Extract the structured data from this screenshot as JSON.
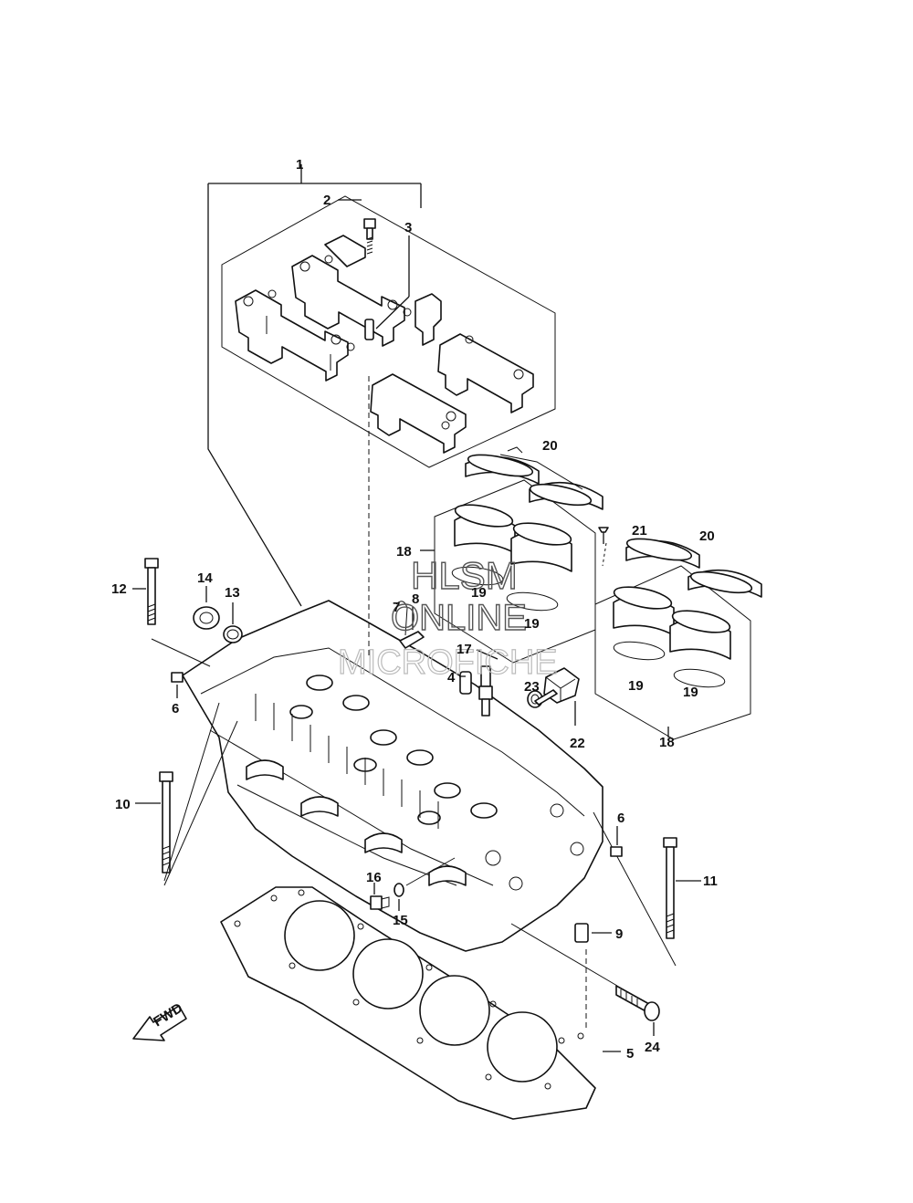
{
  "labels": {
    "l1": "1",
    "l2": "2",
    "l3": "3",
    "l4": "4",
    "l5": "5",
    "l6a": "6",
    "l6b": "6",
    "l7": "7",
    "l8": "8",
    "l9": "9",
    "l10": "10",
    "l11": "11",
    "l12": "12",
    "l13": "13",
    "l14": "14",
    "l15": "15",
    "l16": "16",
    "l17": "17",
    "l18a": "18",
    "l18b": "18",
    "l19a": "19",
    "l19b": "19",
    "l19c": "19",
    "l19d": "19",
    "l20a": "20",
    "l20b": "20",
    "l21": "21",
    "l22": "22",
    "l23": "23",
    "l24": "24"
  },
  "watermark": {
    "line1": "HLSM",
    "line2": "ONLINE",
    "line3": "MICROFICHE"
  },
  "fwd_label": "FWD"
}
